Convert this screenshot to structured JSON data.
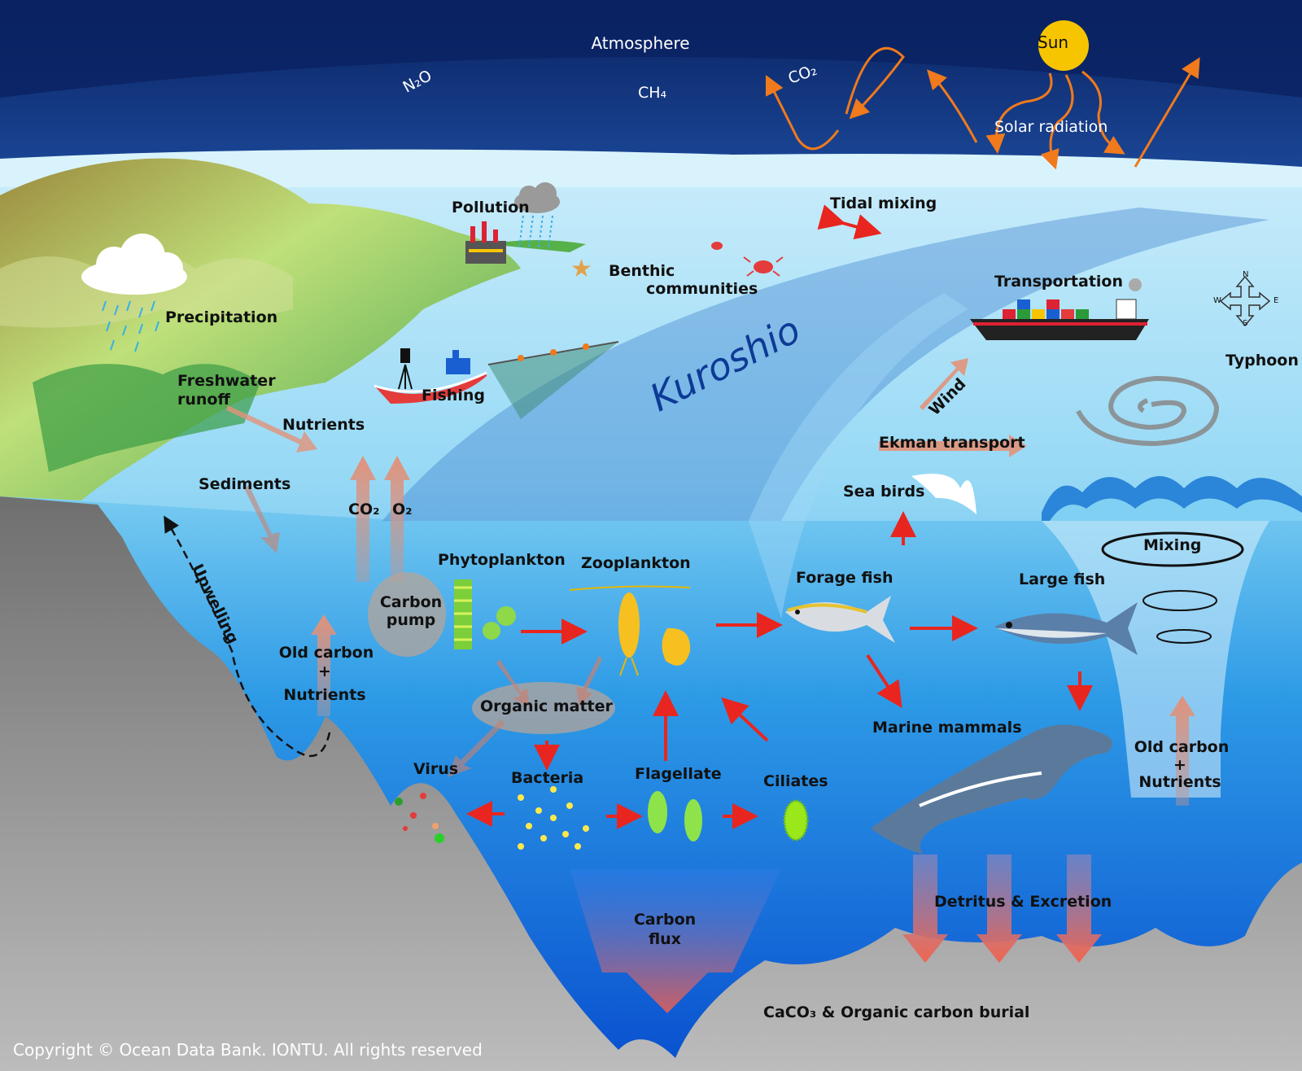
{
  "diagram": {
    "atmosphere": {
      "title": "Atmosphere",
      "gases": [
        "N₂O",
        "CH₄",
        "CO₂"
      ]
    },
    "sun": "Sun",
    "labels": {
      "solar_radiation": "Solar radiation",
      "tidal_mixing": "Tidal mixing",
      "pollution": "Pollution",
      "benthic": "Benthic",
      "communities": "communities",
      "transportation": "Transportation",
      "precipitation": "Precipitation",
      "typhoon": "Typhoon",
      "freshwater": "Freshwater",
      "runoff": "runoff",
      "fishing": "Fishing",
      "nutrients": "Nutrients",
      "kuroshio": "Kuroshio",
      "wind": "Wind",
      "ekman_transport": "Ekman transport",
      "sediments": "Sediments",
      "co2": "CO₂",
      "o2": "O₂",
      "sea_birds": "Sea birds",
      "mixing": "Mixing",
      "upwelling": "Upwelling",
      "phytoplankton": "Phytoplankton",
      "zooplankton": "Zooplankton",
      "forage_fish": "Forage fish",
      "large_fish": "Large fish",
      "carbon": "Carbon",
      "pump": "pump",
      "old_carbon": "Old carbon",
      "plus": "+",
      "organic_matter": "Organic  matter",
      "marine_mammals": "Marine mammals",
      "virus": "Virus",
      "bacteria": "Bacteria",
      "flagellate": "Flagellate",
      "ciliates": "Ciliates",
      "detritus_excretion": "Detritus & Excretion",
      "flux": "flux",
      "burial": "CaCO₃ &  Organic carbon burial"
    },
    "compass": [
      "N",
      "E",
      "S",
      "W"
    ],
    "copyright": "Copyright © Ocean Data Bank. IONTU. All rights reserved"
  },
  "colors": {
    "sky": "#0b2a6e",
    "ocean_surface": "#b7e6f5",
    "ocean_mid": "#3aa3e6",
    "ocean_deep": "#0b5fd8",
    "land": "#7cc15a",
    "seafloor": "#8c8c8c",
    "flow_arrow": "#e8261f",
    "nutrient_arrow": "#d98a70",
    "radiation_arrow": "#f07a1c",
    "sun": "#f6c500"
  },
  "icons": [
    "sun-icon",
    "cloud-icon",
    "factory-icon",
    "ship-icon",
    "fishing-boat-icon",
    "compass-icon",
    "typhoon-icon",
    "bird-icon",
    "fish-icon",
    "dolphin-icon",
    "crab-icon",
    "starfish-icon"
  ]
}
